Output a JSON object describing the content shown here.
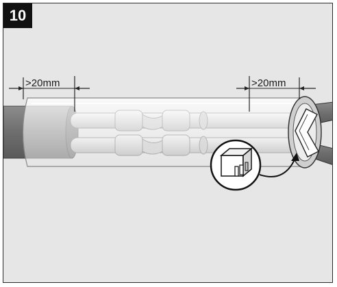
{
  "step": {
    "number": "10"
  },
  "dimensions": {
    "left_label": ">20mm",
    "right_label": ">20mm"
  },
  "icons": {
    "connector_detail": "wire-connector-icon",
    "callout_arrow": "arrow-icon"
  },
  "colors": {
    "background": "#e6e6e6",
    "badge": "#111111",
    "cable_jacket": "#7a7a7a",
    "conductor": "#d2d2d2",
    "tube": "#f0f0f0"
  }
}
